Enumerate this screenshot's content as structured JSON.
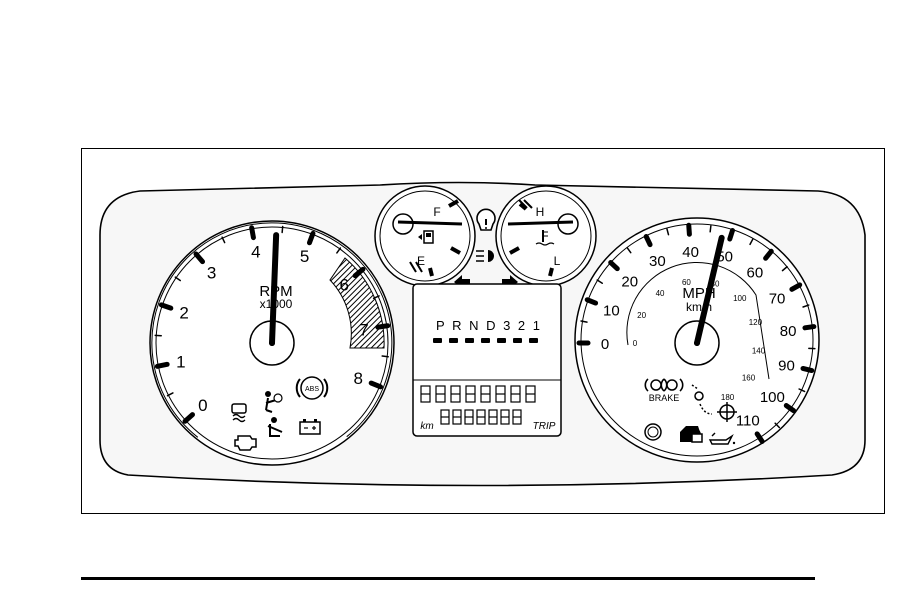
{
  "tachometer": {
    "numbers": [
      "0",
      "1",
      "2",
      "3",
      "4",
      "5",
      "6",
      "7",
      "8"
    ],
    "label": "RPM",
    "sublabel": "x1000",
    "needle_value": 4.4
  },
  "fuel_gauge": {
    "full": "F",
    "empty": "E"
  },
  "temp_gauge": {
    "hot": "H",
    "low": "L"
  },
  "prndl": {
    "label": "P R N D 3 2 1"
  },
  "odometer": {
    "units": "km",
    "trip": "TRIP"
  },
  "speedometer": {
    "mph_numbers": [
      "0",
      "10",
      "20",
      "30",
      "40",
      "50",
      "60",
      "70",
      "80",
      "90",
      "100",
      "110"
    ],
    "kmh_numbers": [
      "0",
      "20",
      "40",
      "60",
      "80",
      "100",
      "120",
      "140",
      "160",
      "180"
    ],
    "label": "MPH",
    "sublabel": "km/h",
    "needle_value": 48
  },
  "warning_lights": {
    "abs": "ABS",
    "brake": "BRAKE"
  },
  "colors": {
    "ink": "#000000",
    "housing": "#f7f7f7"
  }
}
